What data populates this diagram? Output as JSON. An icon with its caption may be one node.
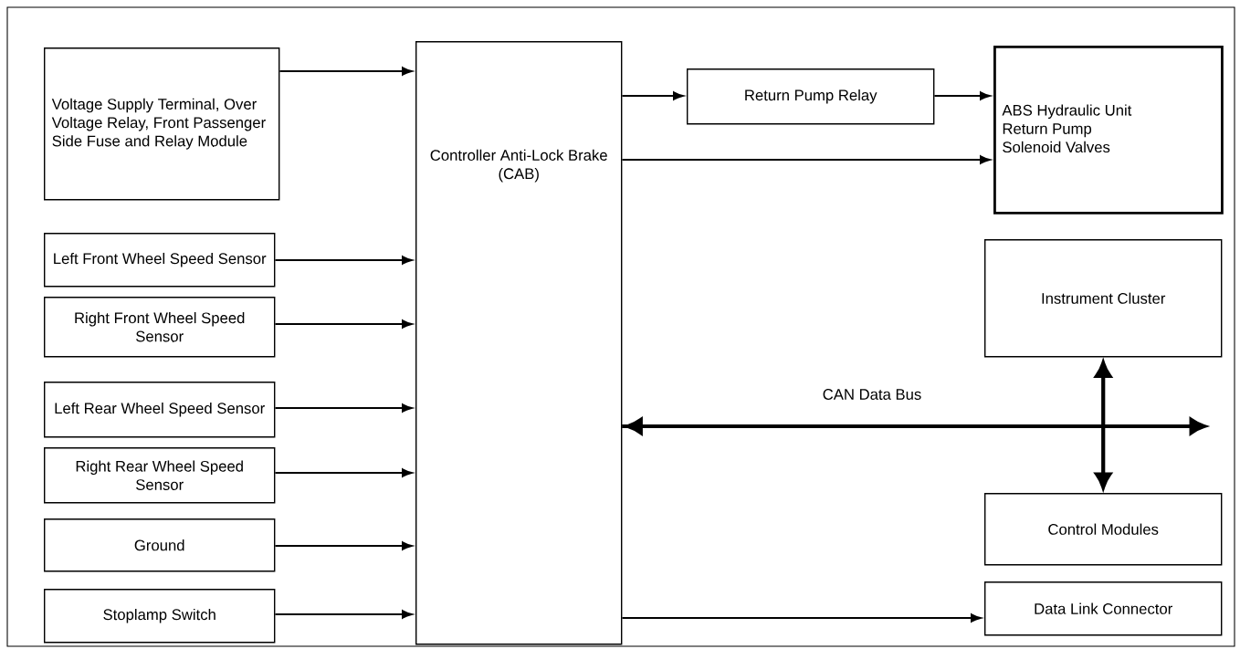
{
  "diagram": {
    "nodes": [
      {
        "text": [
          "Voltage Supply Terminal, Over Voltage Relay, Front Passenger Side Fuse and Relay Module"
        ]
      },
      {
        "text": [
          "Left Front Wheel Speed Sensor"
        ]
      },
      {
        "text": [
          "Right Front Wheel Speed Sensor"
        ]
      },
      {
        "text": [
          "Left Rear Wheel Speed Sensor"
        ]
      },
      {
        "text": [
          "Right Rear Wheel Speed Sensor"
        ]
      },
      {
        "text": [
          "Ground"
        ]
      },
      {
        "text": [
          "Stoplamp Switch"
        ]
      },
      {
        "text": [
          "Controller Anti-Lock Brake (CAB)"
        ]
      },
      {
        "text": [
          "Return Pump Relay"
        ]
      },
      {
        "text": [
          "ABS Hydraulic Unit",
          "Return Pump",
          "Solenoid Valves"
        ]
      },
      {
        "text": [
          "Instrument Cluster"
        ]
      },
      {
        "text": [
          "Control Modules"
        ]
      },
      {
        "text": [
          "Data Link Connector"
        ]
      }
    ],
    "edges": [
      {
        "from": 0,
        "to": 7,
        "arrow": "to"
      },
      {
        "from": 1,
        "to": 7,
        "arrow": "to"
      },
      {
        "from": 2,
        "to": 7,
        "arrow": "to"
      },
      {
        "from": 3,
        "to": 7,
        "arrow": "to"
      },
      {
        "from": 4,
        "to": 7,
        "arrow": "to"
      },
      {
        "from": 5,
        "to": 7,
        "arrow": "to"
      },
      {
        "from": 6,
        "to": 7,
        "arrow": "to"
      },
      {
        "from": 7,
        "to": 8,
        "arrow": "to"
      },
      {
        "from": 8,
        "to": 9,
        "arrow": "to"
      },
      {
        "from": 7,
        "to": 9,
        "arrow": "to"
      },
      {
        "from": 7,
        "to": 10,
        "arrow": "to",
        "label": "CAN Data Bus",
        "style": "thick"
      },
      {
        "from": 7,
        "to": 11,
        "arrow": "to",
        "style": "thick"
      },
      {
        "from": 7,
        "to": null,
        "arrow": "both",
        "style": "thick"
      },
      {
        "from": 7,
        "to": 12,
        "arrow": "to"
      }
    ]
  }
}
